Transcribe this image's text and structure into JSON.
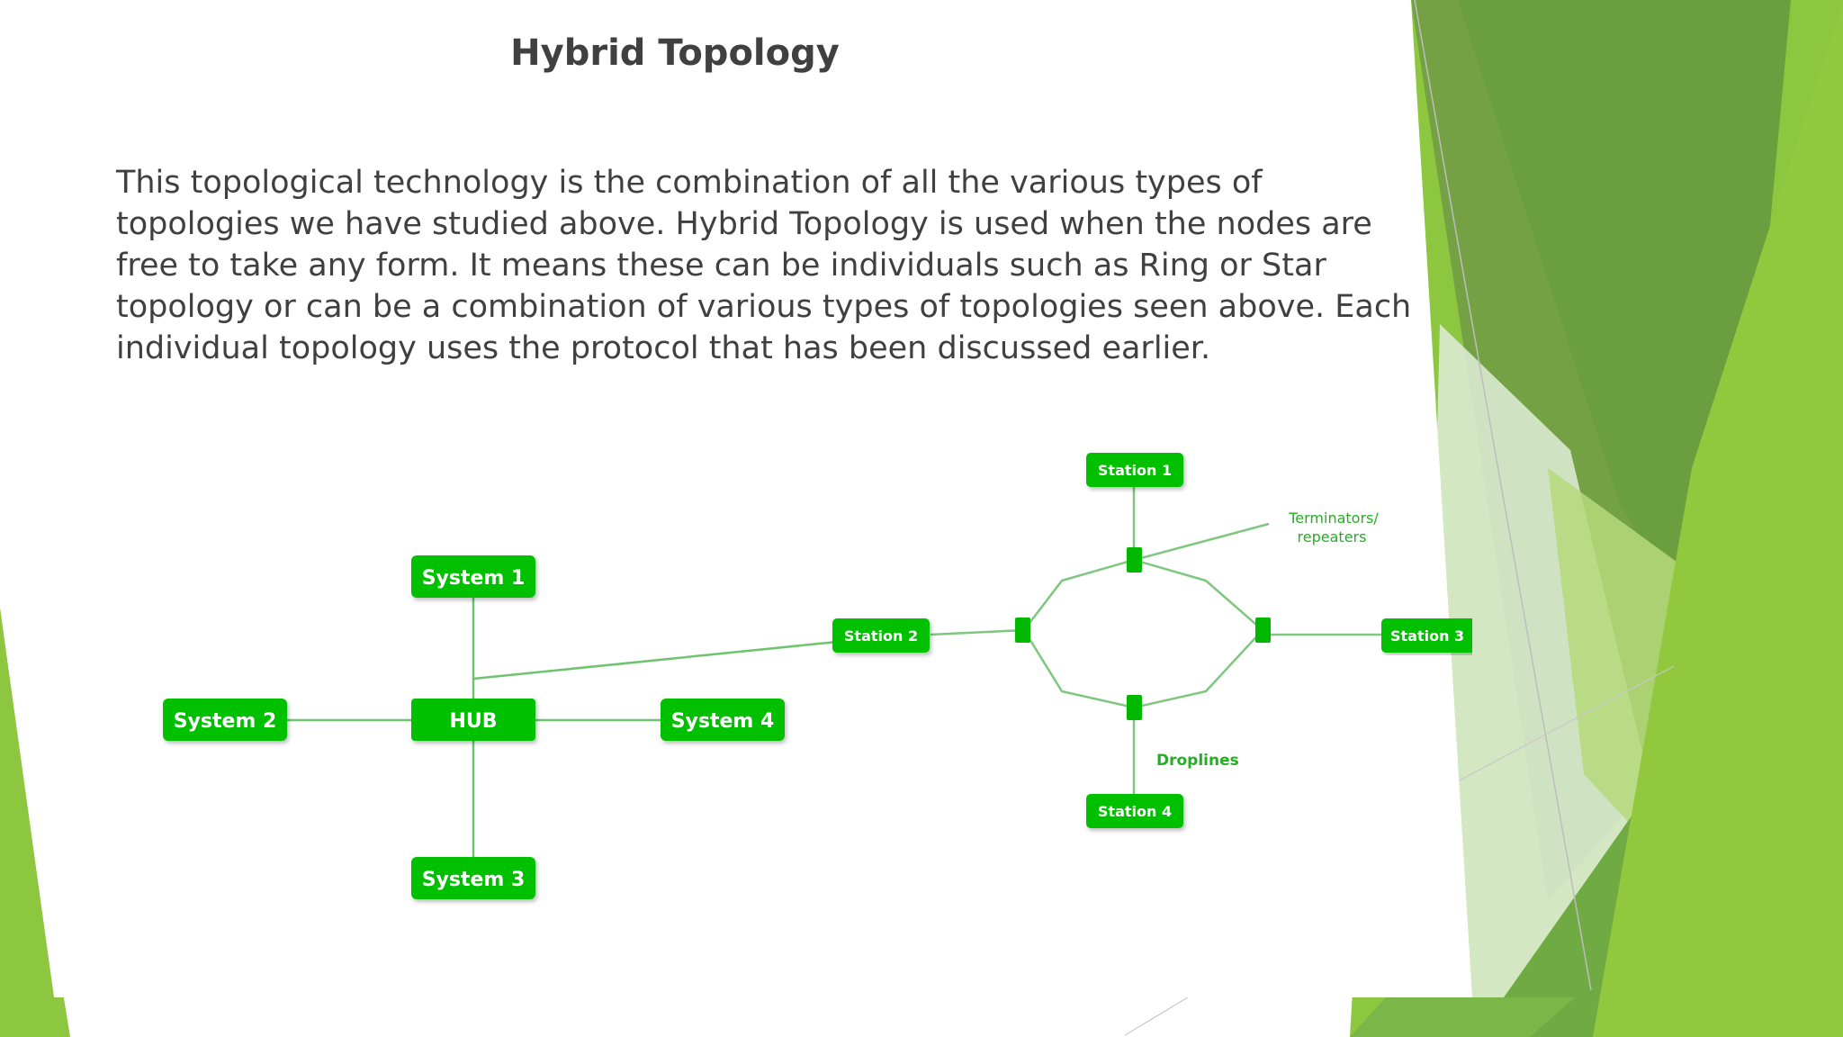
{
  "slide": {
    "title": "Hybrid Topology",
    "body_lines": [
      "This topological technology is the combination of all the various types of",
      "topologies we have studied above. Hybrid Topology is used when the nodes are",
      "free to take any form. It means these can be individuals such as Ring or Star",
      "topology or can be a combination of various types of topologies seen above. Each",
      "individual topology uses the protocol that has been discussed earlier."
    ]
  },
  "diagram": {
    "star": {
      "hub": "HUB",
      "system1": "System 1",
      "system2": "System 2",
      "system3": "System 3",
      "system4": "System 4"
    },
    "ring": {
      "station1": "Station 1",
      "station2": "Station 2",
      "station3": "Station 3",
      "station4": "Station 4"
    },
    "annotations": {
      "terminators_line1": "Terminators/",
      "terminators_line2": "repeaters",
      "droplines": "Droplines"
    }
  },
  "colors": {
    "text": "#404040",
    "node_fill": "#00c000",
    "connector": "#6ec46e",
    "theme_green_dark": "#5e9a38",
    "theme_green_light": "#8dc63f"
  }
}
